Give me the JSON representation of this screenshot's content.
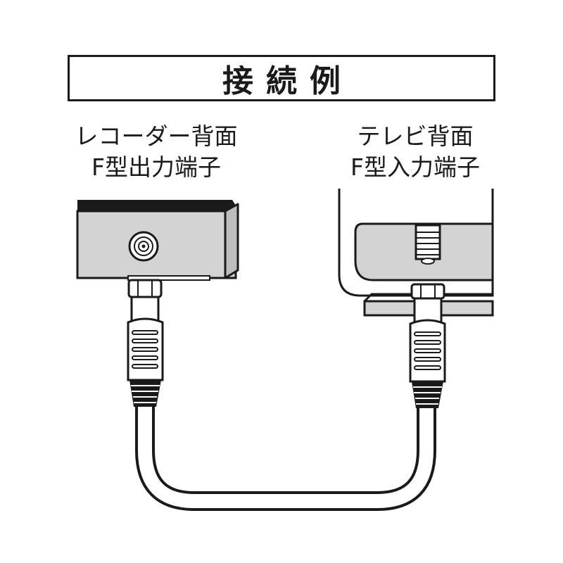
{
  "title": "接続例",
  "recorder": {
    "line1": "レコーダー背面",
    "line2": "F型出力端子"
  },
  "tv": {
    "line1": "テレビ背面",
    "line2": "F型入力端子"
  },
  "colors": {
    "line": "#1a1a1a",
    "panel": "#d3d3d3",
    "background": "#ffffff"
  }
}
